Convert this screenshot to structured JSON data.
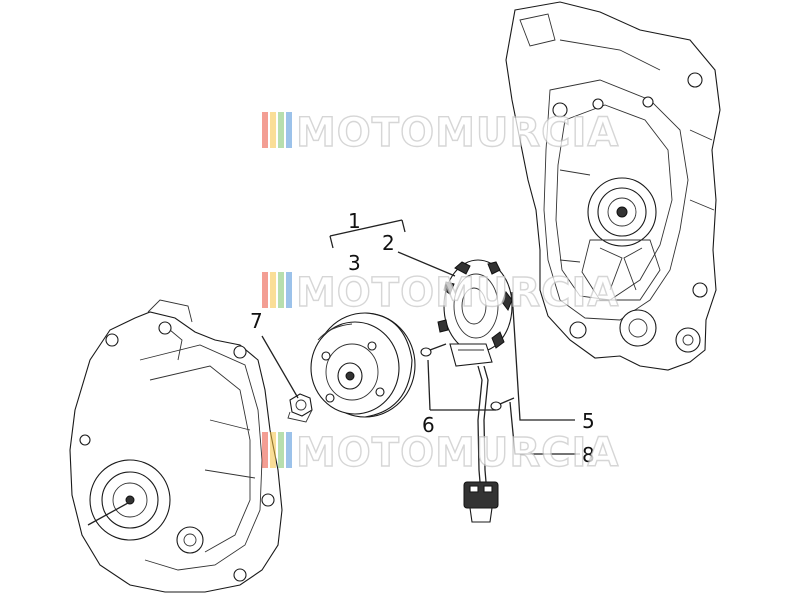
{
  "diagram": {
    "callouts": [
      {
        "id": "1",
        "label": "1"
      },
      {
        "id": "2",
        "label": "2"
      },
      {
        "id": "3",
        "label": "3"
      },
      {
        "id": "7",
        "label": "7"
      },
      {
        "id": "6",
        "label": "6"
      },
      {
        "id": "5",
        "label": "5"
      },
      {
        "id": "8",
        "label": "8"
      }
    ],
    "watermark": {
      "text": "MOTOMURCIA",
      "colors": [
        "#e94e3c",
        "#f5c242",
        "#7cc36b",
        "#4a90d9"
      ]
    },
    "parts": [
      {
        "name": "engine-crankcase",
        "icon": "crankcase-outline"
      },
      {
        "name": "flywheel-cover",
        "icon": "cover-outline"
      },
      {
        "name": "flywheel-rotor",
        "icon": "rotor-disc"
      },
      {
        "name": "stator-coil",
        "icon": "stator-ring"
      },
      {
        "name": "flange-nut",
        "icon": "hex-nut"
      },
      {
        "name": "stator-screw",
        "icon": "screw"
      },
      {
        "name": "pickup-screw",
        "icon": "screw"
      },
      {
        "name": "wiring-connector",
        "icon": "connector-plug"
      }
    ]
  }
}
